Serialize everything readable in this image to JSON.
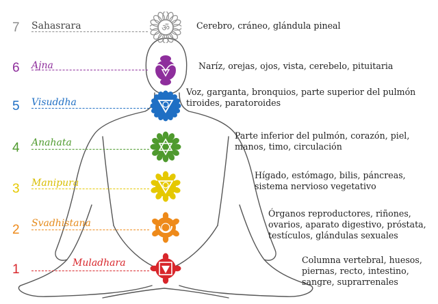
{
  "chakras": [
    {
      "number": "7",
      "name": "Sahasrara",
      "color": "#8c8c8c",
      "name_color": "#444444",
      "icon": "thousand-petal-lotus-icon",
      "lines": [
        "Cerebro, cráneo, glándula pineal"
      ]
    },
    {
      "number": "6",
      "name": "Ajna",
      "color": "#8e2e9c",
      "name_color": "#8e2e9c",
      "icon": "ajna-chakra-icon",
      "lines": [
        "Naríz, orejas, ojos, vista, cerebelo, pituitaria"
      ]
    },
    {
      "number": "5",
      "name": "Visuddha",
      "color": "#1f6fc4",
      "name_color": "#1f6fc4",
      "icon": "visuddha-chakra-icon",
      "lines": [
        "Voz, garganta, bronquios, parte superior del pulmón",
        "tiroides, paratoroides"
      ]
    },
    {
      "number": "4",
      "name": "Anahata",
      "color": "#4f9a2e",
      "name_color": "#4f9a2e",
      "icon": "anahata-chakra-icon",
      "lines": [
        "Parte inferior del pulmón, corazón, piel,",
        "manos, timo, circulación"
      ]
    },
    {
      "number": "3",
      "name": "Manipura",
      "color": "#e5c800",
      "name_color": "#d8bd00",
      "icon": "manipura-chakra-icon",
      "lines": [
        "Hígado, estómago, bilis, páncreas,",
        "sistema nervioso vegetativo"
      ]
    },
    {
      "number": "2",
      "name": "Svadhistana",
      "color": "#ee8a1a",
      "name_color": "#e58a1a",
      "icon": "svadhistana-chakra-icon",
      "lines": [
        "Órganos reproductores, riñones,",
        "ovarios, aparato digestivo, próstata,",
        "testículos, glándulas sexuales"
      ]
    },
    {
      "number": "1",
      "name": "Muladhara",
      "color": "#d8262b",
      "name_color": "#d8262b",
      "icon": "muladhara-chakra-icon",
      "lines": [
        "Columna vertebral, huesos,",
        "piernas, recto, intestino,",
        "sangre, suprarrenales"
      ]
    }
  ]
}
